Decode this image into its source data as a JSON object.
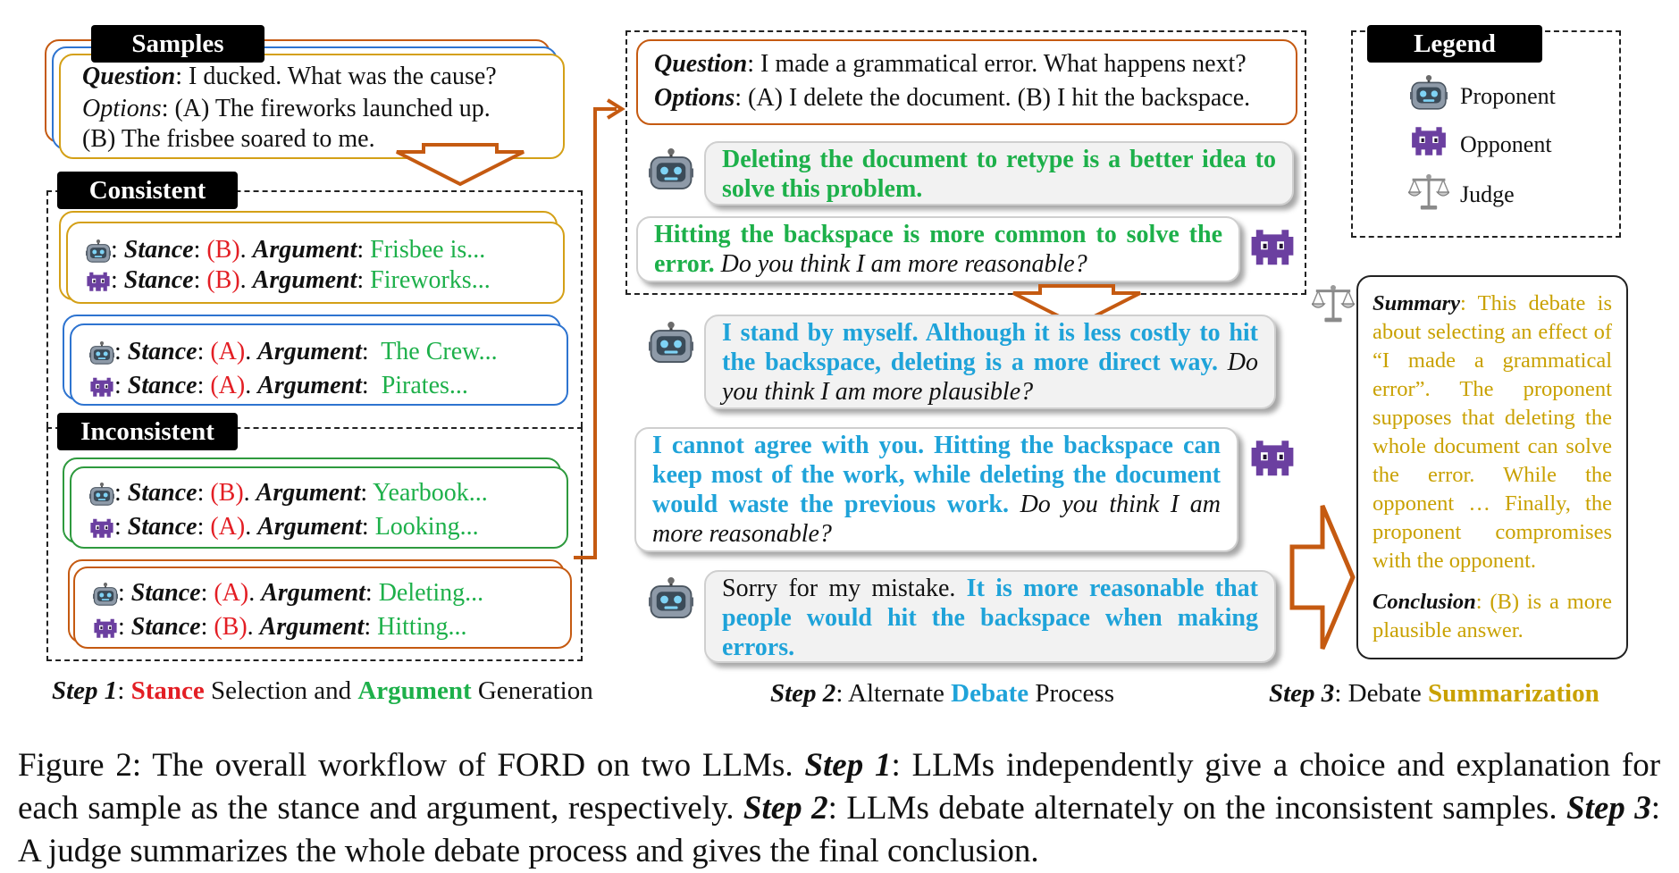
{
  "step1": {
    "samples_tag": "Samples",
    "sample": {
      "question_label": "Question",
      "question_text": ": I ducked. What was the cause?",
      "options_label": "Options",
      "options_text": ": (A) The fireworks launched up.",
      "options_text2": "(B) The frisbee soared to me."
    },
    "consistent_tag": "Consistent",
    "inconsistent_tag": "Inconsistent",
    "stance_label": "Stance",
    "argument_label": "Argument",
    "consistent_pairs": [
      [
        {
          "stance": "(B)",
          "argument": "Frisbee is..."
        },
        {
          "stance": "(B)",
          "argument": "Fireworks..."
        }
      ],
      [
        {
          "stance": "(A)",
          "argument": "The Crew..."
        },
        {
          "stance": "(A)",
          "argument": "Pirates..."
        }
      ]
    ],
    "inconsistent_pairs": [
      [
        {
          "stance": "(B)",
          "argument": "Yearbook..."
        },
        {
          "stance": "(A)",
          "argument": "Looking..."
        }
      ],
      [
        {
          "stance": "(A)",
          "argument": "Deleting..."
        },
        {
          "stance": "(B)",
          "argument": "Hitting..."
        }
      ]
    ],
    "caption": {
      "step": "Step 1",
      "a": ": ",
      "stance": "Stance",
      "b": " Selection and ",
      "argument": "Argument",
      "c": " Generation"
    }
  },
  "step2": {
    "question_label": "Question",
    "question_text": ": I made a grammatical error. What happens next?",
    "options_label": "Options",
    "options_text": ": (A) I delete the document. (B) I hit the backspace.",
    "msg1": "Deleting the document to retype is a better idea to solve this problem.",
    "msg2_bold": "Hitting the backspace is more common to solve the error.",
    "msg2_italic": " Do you think I am more reasonable?",
    "msg3_bold": "I stand by myself. Although it is less costly to hit the backspace, deleting is a more direct way.",
    "msg3_italic": "  Do you think I am more plausible?",
    "msg4_bold": "I cannot agree with you. Hitting the backspace can keep most of the work, while deleting the document would waste the previous work.",
    "msg4_italic": "  Do you think I am more reasonable?",
    "msg5_plain": "Sorry for my mistake. ",
    "msg5_bold": "It is more reasonable that people would hit the backspace when making errors.",
    "caption": {
      "step": "Step 2",
      "a": ": Alternate ",
      "debate": "Debate",
      "b": " Process"
    }
  },
  "legend": {
    "tag": "Legend",
    "items": [
      "Proponent",
      "Opponent",
      "Judge"
    ]
  },
  "step3": {
    "summary_label": "Summary",
    "summary_text": ": This debate is about selecting an effect of “I made a grammatical error”. The proponent supposes that deleting the whole document can solve the error. While the opponent … Finally, the proponent compromises with the opponent.",
    "conclusion_label": "Conclusion",
    "conclusion_text": ": (B) is a more plausible answer.",
    "caption": {
      "step": "Step 3",
      "a": ": Debate ",
      "summ": "Summarization"
    }
  },
  "figure_caption": {
    "prefix": "Figure 2: The overall workflow of FORD on two LLMs. ",
    "s1": "Step 1",
    "t1": ": LLMs independently give a choice and explanation for each sample as the stance and argument, respectively. ",
    "s2": "Step 2",
    "t2": ": LLMs debate alternately on the inconsistent samples. ",
    "s3": "Step 3",
    "t3": ": A judge summarizes the whole debate process and gives the final conclusion."
  },
  "colors": {
    "stance": "#e31e24",
    "argument": "#1db04a",
    "debate": "#1fa3d9",
    "summary": "#c9a100",
    "arrow": "#c55a11",
    "card_gold": "#d4a017",
    "card_blue": "#2e74d0",
    "card_green": "#2e9a3e",
    "card_orange": "#c55a11"
  },
  "icons": [
    "robot-icon",
    "monster-icon",
    "scale-icon"
  ]
}
